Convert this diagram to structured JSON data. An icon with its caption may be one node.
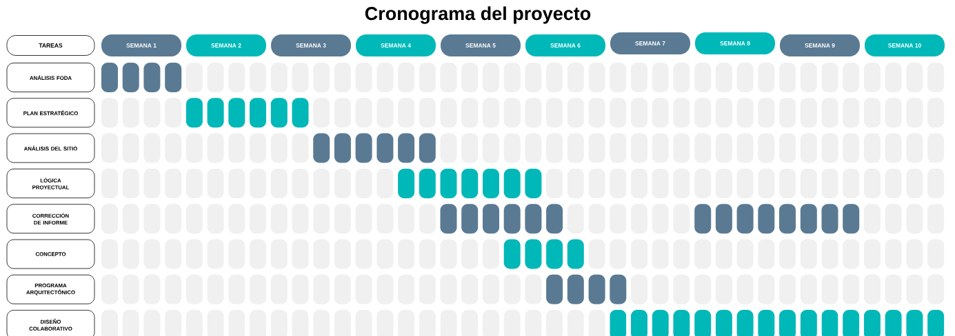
{
  "diagram": {
    "title": "Cronograma del proyecto",
    "nodes": [
      {
        "text": [
          "TAREAS"
        ]
      },
      {
        "text": [
          "SEMANA 1"
        ]
      },
      {
        "text": [
          "SEMANA 2"
        ]
      },
      {
        "text": [
          "SEMANA 3"
        ]
      },
      {
        "text": [
          "SEMANA 4"
        ]
      },
      {
        "text": [
          "SEMANA 5"
        ]
      },
      {
        "text": [
          "SEMANA 6"
        ]
      },
      {
        "text": [
          "SEMANA 7"
        ]
      },
      {
        "text": [
          "SEMANA 8"
        ]
      },
      {
        "text": [
          "SEMANA 9"
        ]
      },
      {
        "text": [
          "SEMANA 10"
        ]
      },
      {
        "text": [
          "ANÁLISIS FODA"
        ]
      },
      {
        "text": [
          "PLAN ESTRATÉGICO"
        ]
      },
      {
        "text": [
          "ANÁLISIS DEL SITIO"
        ]
      },
      {
        "text": [
          "LÓGICA PROYECTUAL"
        ]
      },
      {
        "text": [
          "CORRECCIÓN DE INFORME"
        ]
      },
      {
        "text": [
          "CONCEPTO"
        ]
      },
      {
        "text": [
          "PROGRAMA ARQUITECTÓNICO"
        ]
      },
      {
        "text": [
          "DISEÑO COLABORATIVO"
        ]
      },
      {
        "text": [],
        "shape": "bar"
      },
      {
        "text": [],
        "shape": "bar"
      },
      {
        "text": [],
        "shape": "bar"
      },
      {
        "text": [],
        "shape": "bar"
      },
      {
        "text": [],
        "shape": "bar"
      },
      {
        "text": [],
        "shape": "bar"
      },
      {
        "text": [],
        "shape": "bar"
      },
      {
        "text": [],
        "shape": "bar"
      },
      {
        "text": [],
        "shape": "bar"
      },
      {
        "text": [],
        "shape": "bar"
      },
      {
        "text": [],
        "shape": "bar"
      },
      {
        "text": [],
        "shape": "bar"
      },
      {
        "text": [],
        "shape": "bar"
      },
      {
        "text": [],
        "shape": "bar"
      },
      {
        "text": [],
        "shape": "bar"
      },
      {
        "text": [],
        "shape": "bar"
      },
      {
        "text": [],
        "shape": "bar"
      },
      {
        "text": [],
        "shape": "bar"
      },
      {
        "text": [],
        "shape": "bar"
      },
      {
        "text": [],
        "shape": "bar"
      },
      {
        "text": [],
        "shape": "bar"
      },
      {
        "text": [],
        "shape": "bar"
      },
      {
        "text": [],
        "shape": "bar"
      },
      {
        "text": [],
        "shape": "bar"
      },
      {
        "text": [],
        "shape": "bar"
      },
      {
        "text": [],
        "shape": "bar"
      },
      {
        "text": [],
        "shape": "bar"
      },
      {
        "text": [],
        "shape": "bar"
      },
      {
        "text": [],
        "shape": "bar"
      },
      {
        "text": [],
        "shape": "bar"
      },
      {
        "text": [],
        "shape": "bar"
      },
      {
        "text": [],
        "shape": "bar"
      },
      {
        "text": [],
        "shape": "bar"
      },
      {
        "text": [],
        "shape": "bar"
      },
      {
        "text": [],
        "shape": "bar"
      },
      {
        "text": [],
        "shape": "bar"
      },
      {
        "text": [],
        "shape": "bar"
      },
      {
        "text": [],
        "shape": "bar"
      },
      {
        "text": [],
        "shape": "bar"
      },
      {
        "text": [],
        "shape": "bar"
      },
      {
        "text": [],
        "shape": "bar"
      },
      {
        "text": [],
        "shape": "bar"
      },
      {
        "text": [],
        "shape": "bar"
      },
      {
        "text": [],
        "shape": "bar"
      },
      {
        "text": [],
        "shape": "bar"
      },
      {
        "text": [],
        "shape": "bar"
      },
      {
        "text": [],
        "shape": "bar"
      },
      {
        "text": [],
        "shape": "bar"
      },
      {
        "text": [],
        "shape": "bar"
      },
      {
        "text": [],
        "shape": "bar"
      },
      {
        "text": [],
        "shape": "bar"
      },
      {
        "text": [],
        "shape": "bar"
      },
      {
        "text": [],
        "shape": "bar"
      },
      {
        "text": [],
        "shape": "bar"
      },
      {
        "text": [],
        "shape": "bar"
      },
      {
        "text": [],
        "shape": "bar"
      },
      {
        "text": [],
        "shape": "bar"
      },
      {
        "text": [],
        "shape": "bar"
      },
      {
        "text": [],
        "shape": "bar"
      },
      {
        "text": [],
        "shape": "bar"
      },
      {
        "text": [],
        "shape": "bar"
      }
    ]
  }
}
